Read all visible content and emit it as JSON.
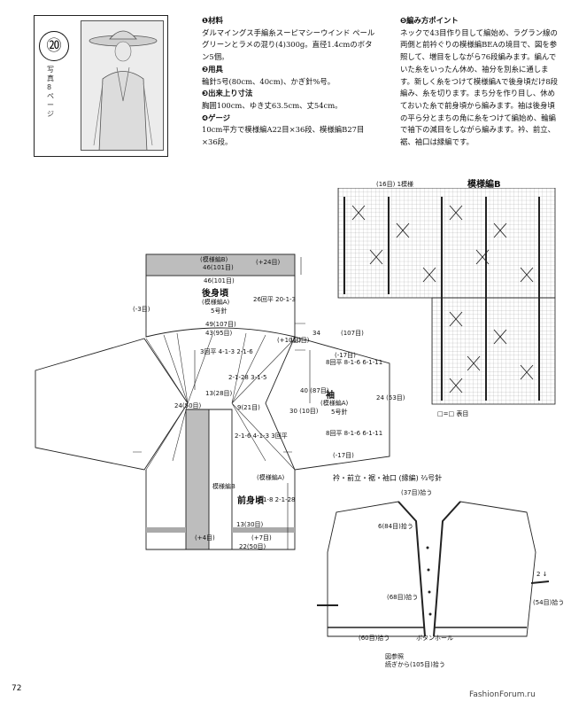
{
  "photo": {
    "number": "⑳",
    "caption": "写真 8 ページ"
  },
  "materials": {
    "title": "❶材料",
    "text": "ダルマイングス手編糸スーピマシーウインド ペールグリーンとラメの混り(4)300g。直径1.4cmのボタン5個。"
  },
  "tools": {
    "title": "❷用具",
    "text": "輪針5号(80cm、40cm)、かぎ針%号。"
  },
  "size": {
    "title": "❸出来上り寸法",
    "text": "胸囲100cm、ゆき丈63.5cm、丈54cm。"
  },
  "gauge": {
    "title": "❹ゲージ",
    "text": "10cm平方で模様編A22目×36段、模様編B27目×36段。"
  },
  "points": {
    "title": "❺編み方ポイント",
    "text": "ネックで43目作り目して編始め、ラグラン線の両側と前衿ぐりの模様編BEAの境目で、図を参照して、増目をしながら76段編みます。編んでいた糸をいったん休め、袖分を別糸に通します。新しく糸をつけて模様編Aで後身頃だけ8段編み、糸を切ります。まち分を作り目し、休めておいた糸で前身頃から編みます。袖は後身頃の平ら分とまちの角に糸をつけて編始め、輪編で袖下の減目をしながら編みます。衿、前立、裾、袖口は縁編です。"
  },
  "chart_b": {
    "title": "模様編B",
    "top_note": "(16目) 1模様",
    "legend": "□=□ 表目"
  },
  "back": {
    "pattern_b": "(模様編B)",
    "w1": "46(101目)",
    "w2": "46(101目)",
    "title": "後身頃",
    "sub": "(模様編A)",
    "needle": "5号針",
    "w3": "49(107目)",
    "w4": "43(95目)",
    "plus24": "(+24目)",
    "inc": "26回平 20-1-3",
    "m3": "(-3目)"
  },
  "sleeve": {
    "title": "袖",
    "sub": "(模様編A)",
    "needle": "5号針",
    "len34": "34",
    "r107": "(107目)",
    "inc1": "8回平 8-1-6 6-1-11",
    "inc2": "8回平 8-1-6 6-1-11",
    "m17a": "(-17目)",
    "m17b": "(-17目)",
    "w24": "24 (53目)",
    "w40": "40 (87目)",
    "r10": "(+10目)",
    "r30": "30 (10目)"
  },
  "front": {
    "title": "前身頃",
    "pattern_a": "(模様編A)",
    "pattern_b": "模様編B",
    "w22": "22(50目)",
    "b13": "13(30目)",
    "r4": "(+4目)",
    "r7": "(+7目)",
    "notes": [
      "3回平 4-1-3 2-1-6",
      "2-1-28 3-1-5",
      "2-1-6 4-1-3 3回平",
      "4-1-8 2-1-28"
    ]
  },
  "neck": {
    "n24": "24(50目)",
    "n13": "13(28目)",
    "n9": "9(21目)",
    "n10": "(10目)"
  },
  "trim": {
    "title": "衿・前立・裾・袖口 (縁編) ⅔号針",
    "n37": "(37目)拾う",
    "n6": "6(84目)拾う",
    "n68": "(68目)拾う",
    "n60": "(60目)拾う",
    "button": "ボタンホール",
    "n54": "(54目)拾う",
    "two": "2 ↓",
    "hem1": "図参照",
    "hem2": "続ぎから(105目)拾う"
  },
  "page_number": "72",
  "watermark": "FashionForum.ru"
}
